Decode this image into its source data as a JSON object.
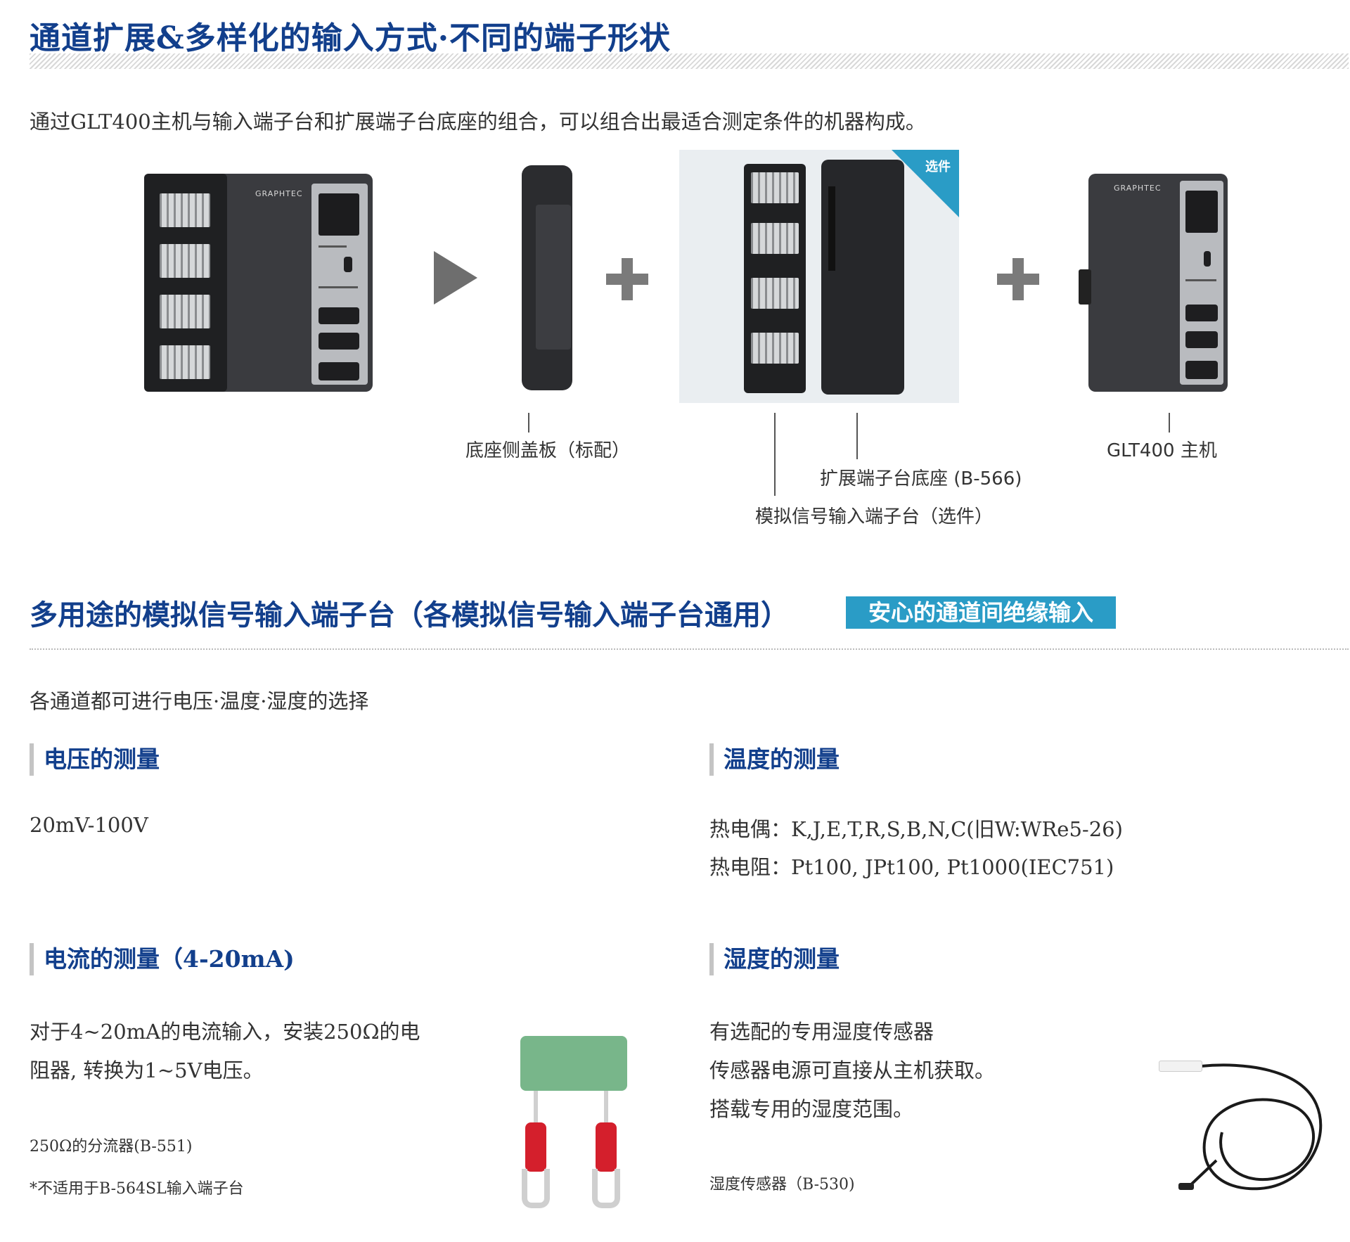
{
  "section1": {
    "title": "通道扩展&多样化的输入方式·不同的端子形状",
    "intro": "通过GLT400主机与输入端子台和扩展端子台底座的组合，可以组合出最适合测定条件的机器构成。"
  },
  "hero": {
    "option_badge": "选件",
    "device_brand": "GRAPHTEC",
    "captions": {
      "side_cover": "底座侧盖板（标配）",
      "main_unit": "GLT400 主机",
      "ext_base": "扩展端子台底座 (B-566)",
      "analog_terminal": "模拟信号输入端子台（选件）"
    }
  },
  "section2": {
    "title": "多用途的模拟信号输入端子台（各模拟信号输入端子台通用）",
    "badge": "安心的通道间绝缘输入",
    "intro": "各通道都可进行电压·温度·湿度的选择"
  },
  "voltage": {
    "title": "电压的测量",
    "range": "20mV-100V"
  },
  "temperature": {
    "title": "温度的测量",
    "thermocouple": "热电偶：K,J,E,T,R,S,B,N,C(旧W:WRe5-26)",
    "rtd": "热电阻：Pt100, JPt100, Pt1000(IEC751)"
  },
  "current": {
    "title": "电流的测量（4-20mA)",
    "desc_line1": "对于4~20mA的电流输入，安装250Ω的电",
    "desc_line2": "阻器, 转换为1~5V电压。",
    "note1": "250Ω的分流器(B-551)",
    "note2": "*不适用于B-564SL输入端子台"
  },
  "humidity": {
    "title": "湿度的测量",
    "line1": "有选配的专用湿度传感器",
    "line2": "传感器电源可直接从主机获取。",
    "line3": "搭载专用的湿度范围。",
    "note": "湿度传感器（B-530)"
  }
}
